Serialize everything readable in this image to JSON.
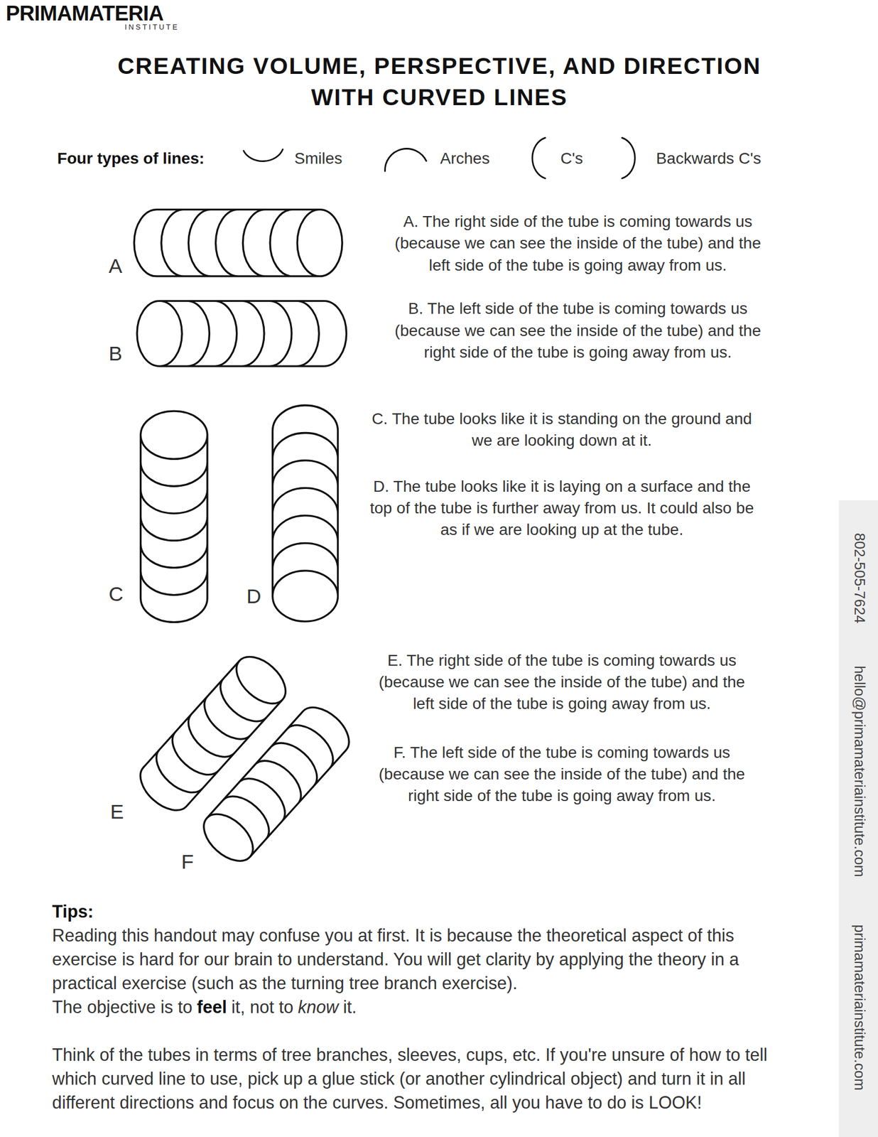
{
  "diagram": {
    "title": "CREATING VOLUME, PERSPECTIVE, AND DIRECTION WITH CURVED LINES",
    "labels": [
      "PRIMAMATERIA",
      "INSTITUTE",
      "Four types of lines:",
      "Smiles",
      "Arches",
      "C's",
      "Backwards C's",
      "A",
      "A. The right side of the tube is coming towards us (because we can see the inside of the tube) and the left side of the tube is going away from us.",
      "B",
      "B. The left side of the tube is coming towards us (because we can see the inside of the tube) and the right side of the tube is going away from us.",
      "C",
      "D",
      "C. The tube looks like it is standing on the ground and we are looking down at it.",
      "D. The tube looks like it is laying on a surface and the top of the tube is further away from us. It could also be as if we are looking up at the tube.",
      "E",
      "F",
      "E. The right side of the tube is coming towards us (because we can see the inside of the tube) and the left side of the tube is going away from us.",
      "F. The left side of the tube is coming towards us (because we can see the inside of the tube) and the right side of the tube is going away from us.",
      "Tips:",
      "Reading this handout may confuse you at first. It is because the theoretical aspect of this exercise is hard for our brain to understand. You will get clarity by applying the theory in a practical exercise (such as the turning tree branch exercise).",
      "The objective is to",
      "feel",
      "it, not to",
      "know",
      "it.",
      "Think of the tubes in terms of tree branches, sleeves, cups, etc. If you're unsure of how to tell which curved line to use, pick up a glue stick (or another cylindrical object) and turn it in all different directions and focus on the curves. Sometimes, all you have to do is LOOK!",
      "802-505-7624",
      "hello@primamateriainstitute.com",
      "primamateriainstitute.com"
    ]
  }
}
